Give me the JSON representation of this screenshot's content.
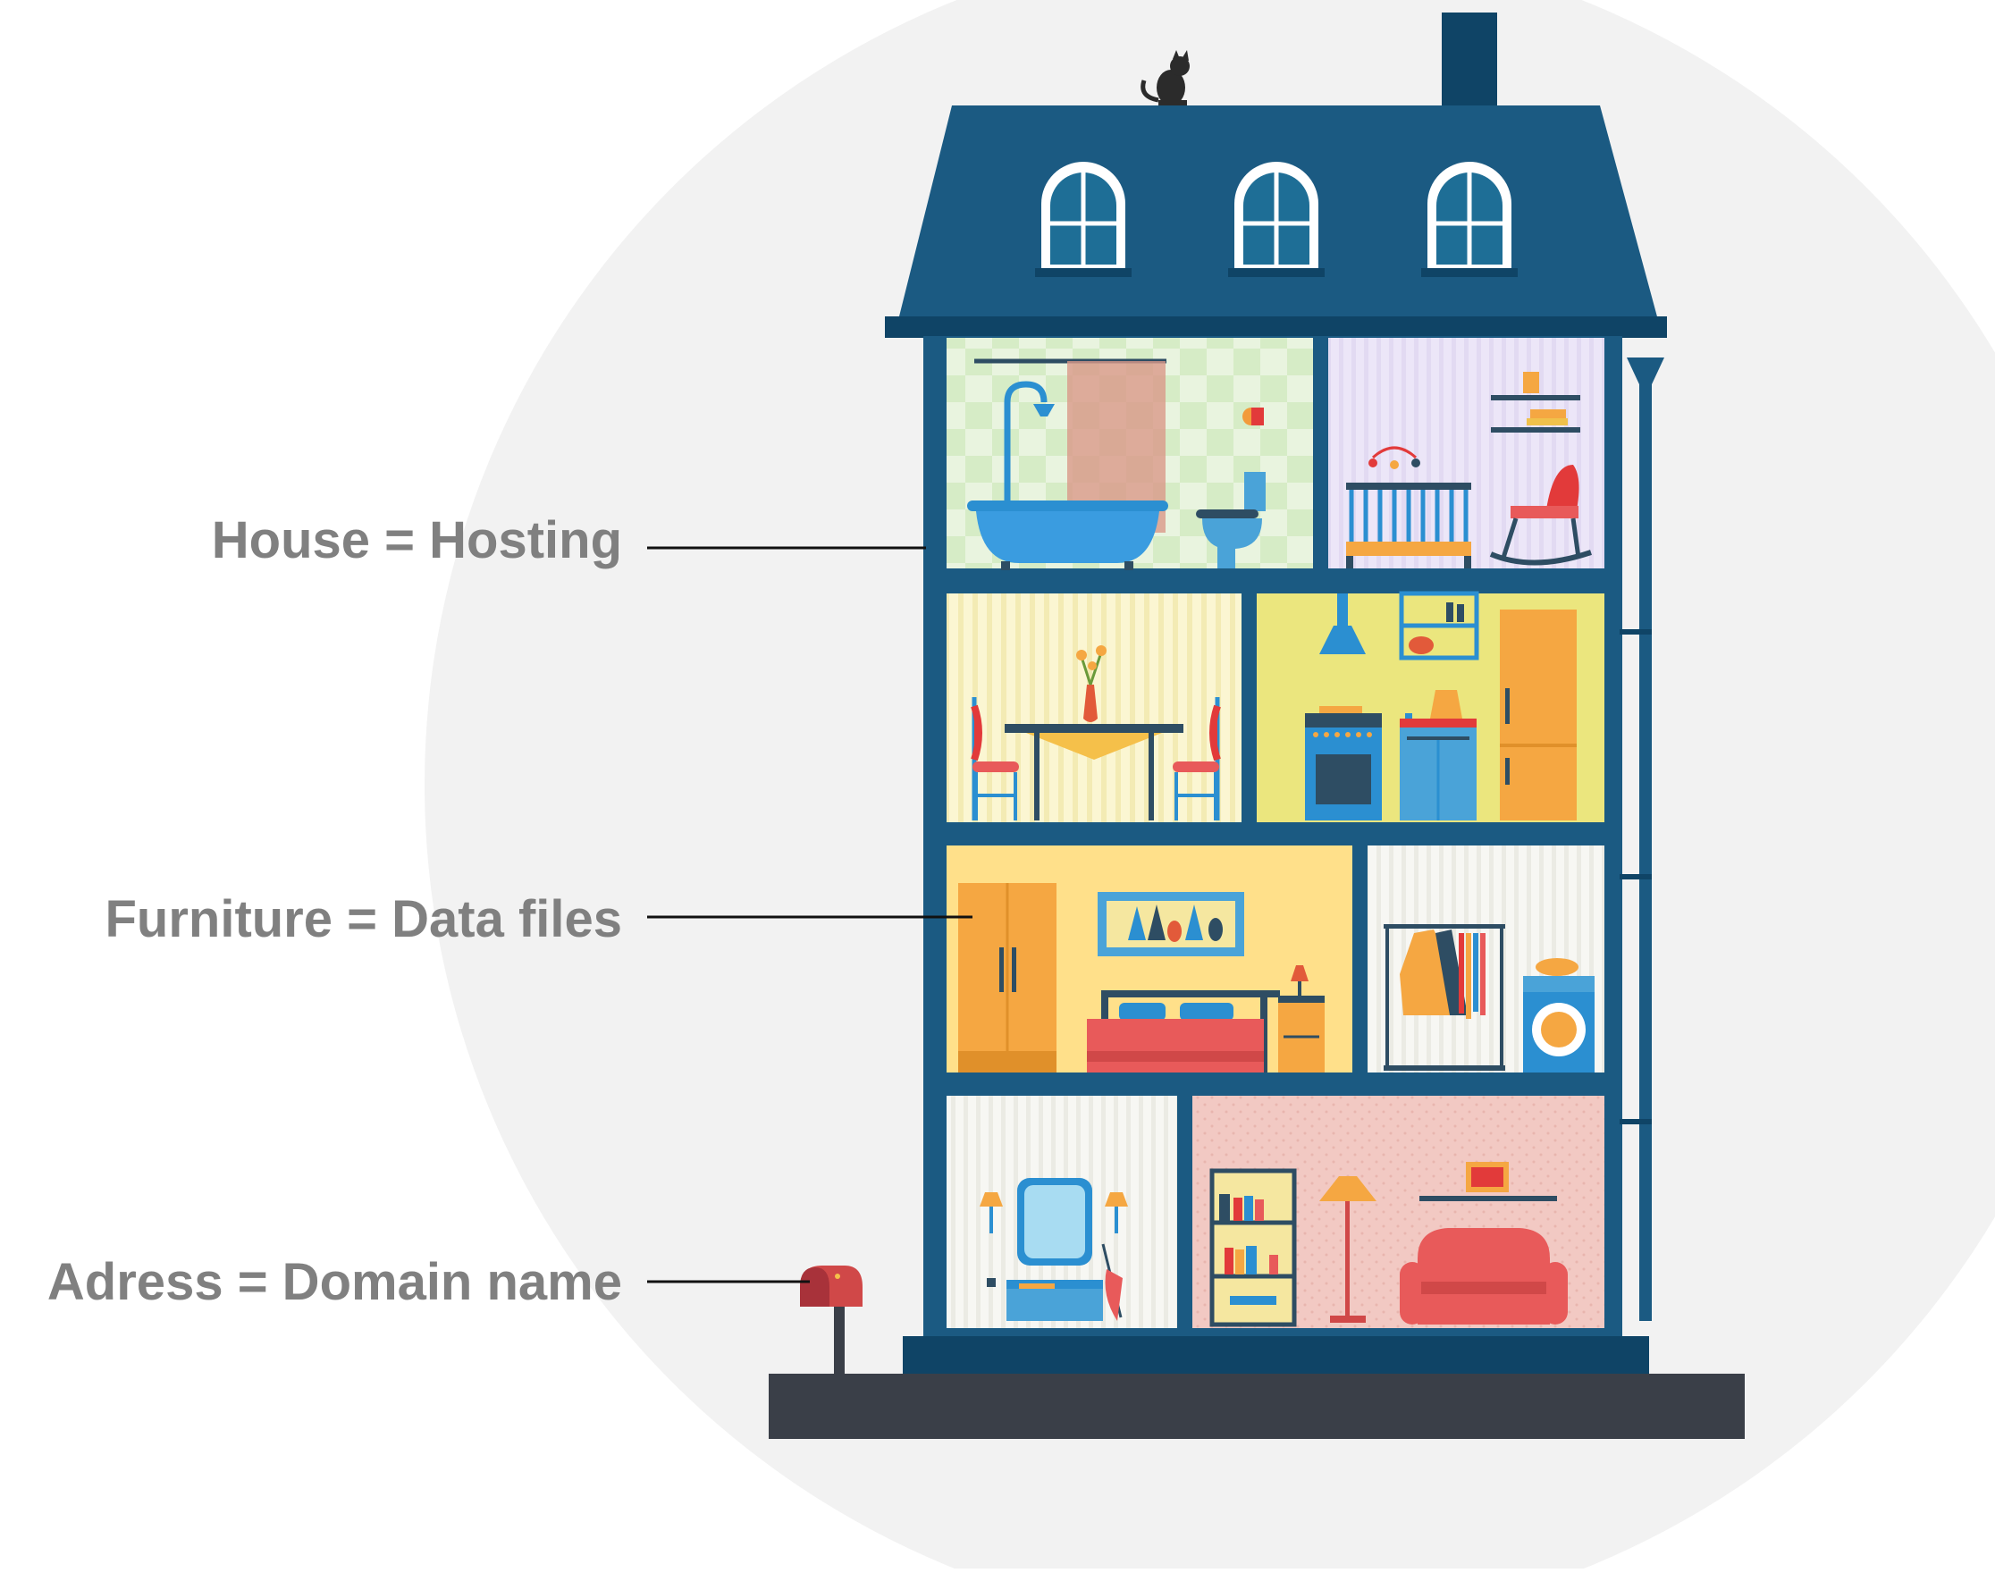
{
  "labels": {
    "house": "House = Hosting",
    "furniture": "Furniture = Data files",
    "address": "Adress = Domain name"
  },
  "colors": {
    "background_circle": "#f2f2f2",
    "house_navy": "#1b5a82",
    "house_dark": "#0f4466",
    "ground": "#3a3f48",
    "label_text": "#808080",
    "leader_line": "#111111",
    "mailbox_red": "#b0383f"
  },
  "rooms": [
    {
      "name": "bathroom",
      "wall": "#d6ecc6"
    },
    {
      "name": "nursery",
      "wall": "#e8e2f5"
    },
    {
      "name": "dining-room",
      "wall": "#faf3c6"
    },
    {
      "name": "kitchen",
      "wall": "#ebe67e"
    },
    {
      "name": "bedroom",
      "wall": "#ffe08a"
    },
    {
      "name": "laundry-room",
      "wall": "#f5f5f0"
    },
    {
      "name": "hallway",
      "wall": "#f7f4ee"
    },
    {
      "name": "living-room",
      "wall": "#f2c7c2"
    }
  ]
}
